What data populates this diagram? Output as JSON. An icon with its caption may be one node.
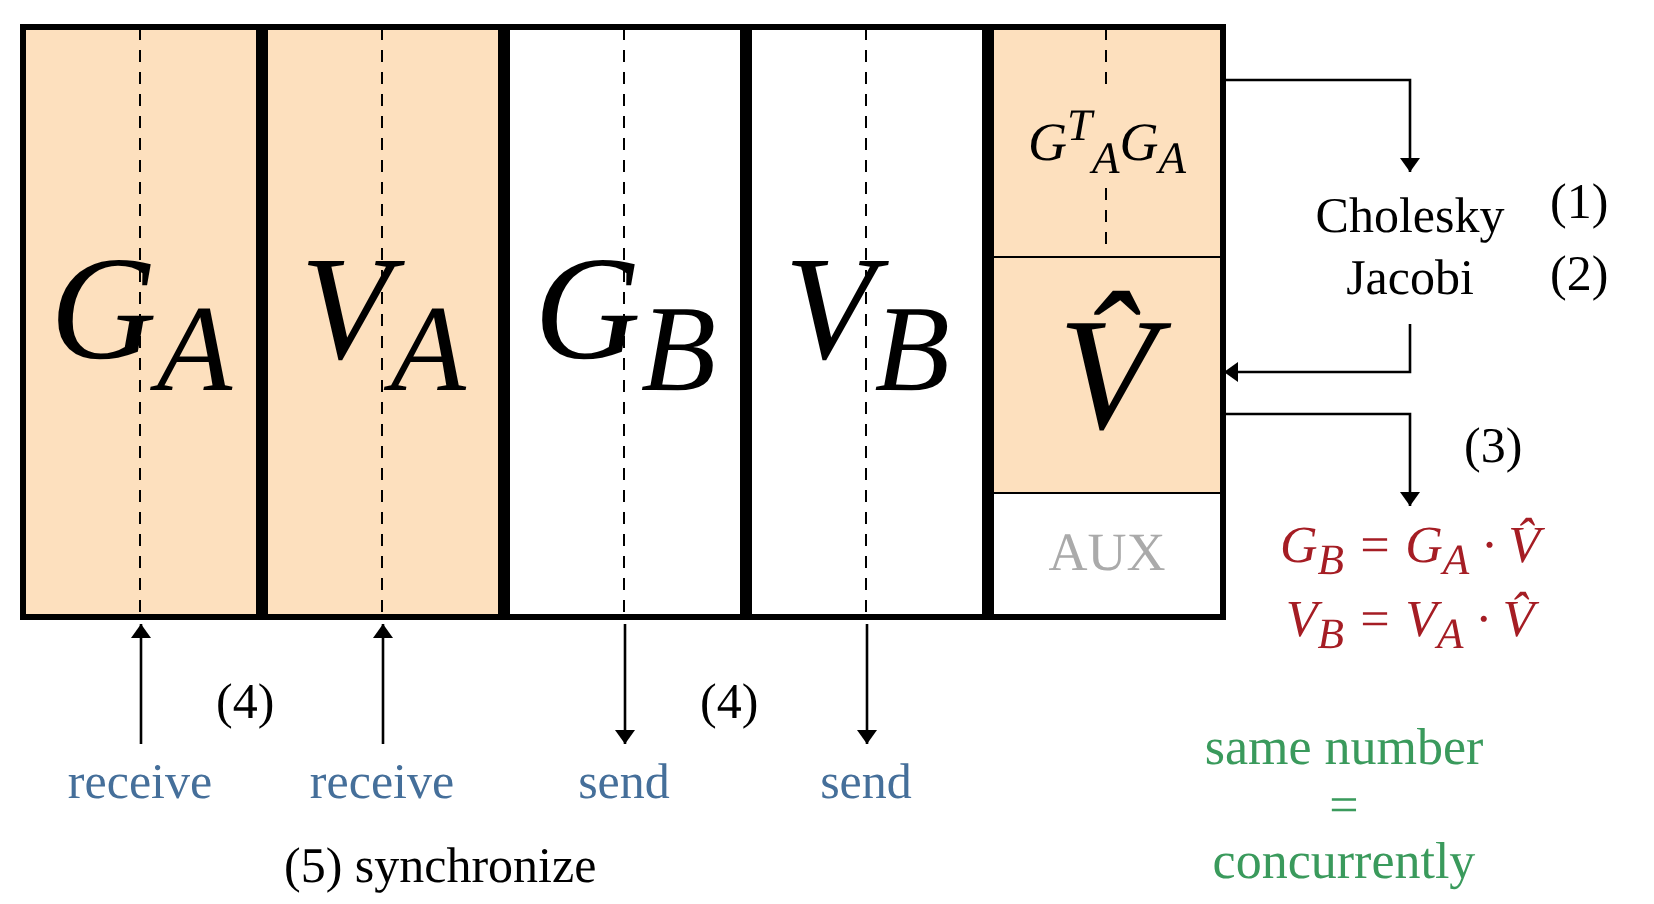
{
  "diagram": {
    "nodes": [
      {
        "text": [
          "G$_{A}$"
        ]
      },
      {
        "text": [
          "V$_{A}$"
        ]
      },
      {
        "text": [
          "G$_{B}$"
        ]
      },
      {
        "text": [
          "V$_{B}$"
        ]
      },
      {
        "text": [],
        "shape": "box"
      },
      {
        "text": [
          "G$^{T}$$_{A}$G$_{A}$"
        ],
        "in": 4
      },
      {
        "text": [
          "V̂"
        ],
        "in": 4
      },
      {
        "text": [
          "AUX"
        ],
        "in": 4
      },
      {
        "text": [
          "Cholesky",
          "Jacobi"
        ],
        "beside": [
          "(1)",
          "(2)"
        ]
      },
      {
        "text": [
          "G$_{B}$ = G$_{A}$ · V̂",
          "V$_{B}$ = V$_{A}$ · V̂"
        ],
        "beside": [
          "(3)"
        ]
      },
      {
        "text": [
          "receive"
        ]
      },
      {
        "text": [
          "receive"
        ]
      },
      {
        "text": [
          "send"
        ]
      },
      {
        "text": [
          "send"
        ]
      }
    ],
    "edges": [
      {
        "from": 5,
        "to": 8,
        "arrow": "to"
      },
      {
        "from": 8,
        "to": 6,
        "arrow": "to"
      },
      {
        "from": 6,
        "to": 9,
        "arrow": "to"
      },
      {
        "from": 10,
        "to": 0,
        "arrow": "to"
      },
      {
        "from": 11,
        "to": 1,
        "arrow": "to"
      },
      {
        "from": 2,
        "to": 12,
        "arrow": "to"
      },
      {
        "from": 3,
        "to": 13,
        "arrow": "to"
      }
    ],
    "labels": [
      "(4)",
      "(4)",
      "(5) synchronize",
      "same number = concurrently"
    ]
  }
}
